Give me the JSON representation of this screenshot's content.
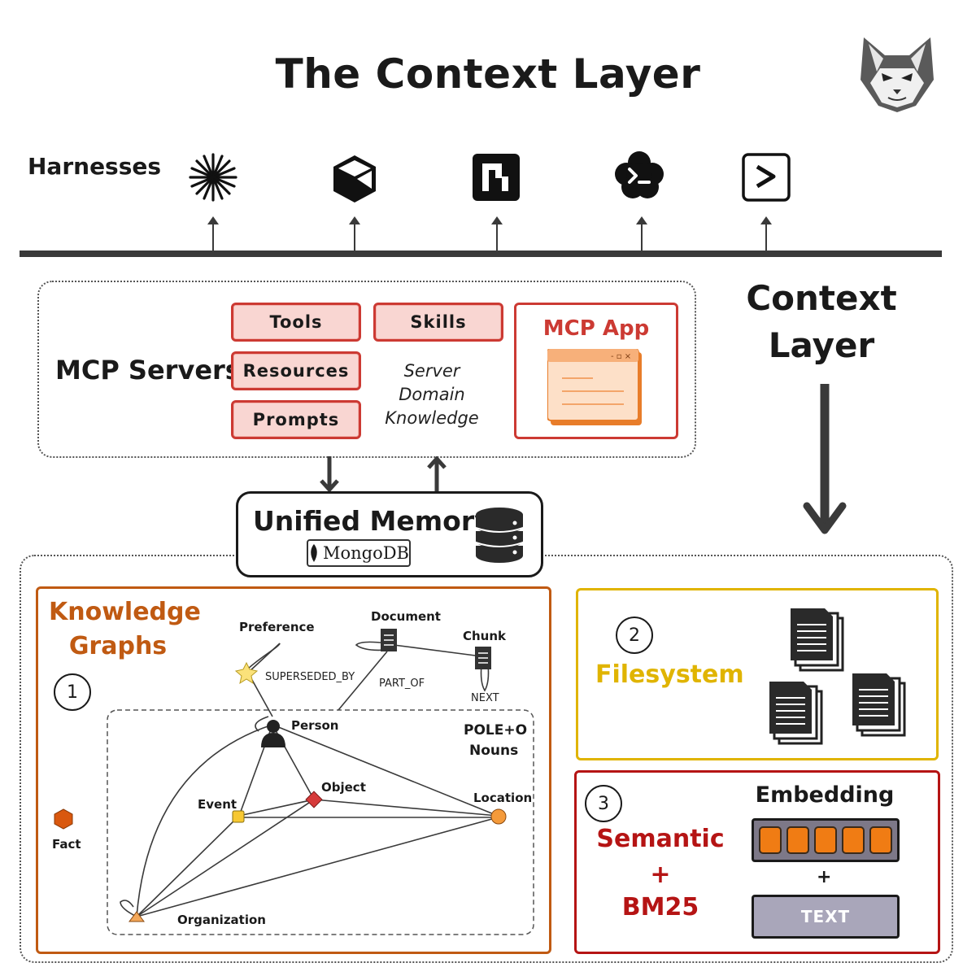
{
  "title": "The Context Layer",
  "harnesses": {
    "label": "Harnesses",
    "icons": [
      "asterisk-burst-icon",
      "cube-icon",
      "pixel-square-icon",
      "terminal-cloud-icon",
      "terminal-prompt-icon"
    ]
  },
  "mcp": {
    "label": "MCP Servers",
    "tools": "Tools",
    "resources": "Resources",
    "prompts": "Prompts",
    "skills": "Skills",
    "note_line1": "Server",
    "note_line2": "Domain",
    "note_line3": "Knowledge",
    "app_title": "MCP App"
  },
  "context_layer": {
    "line1": "Context",
    "line2": "Layer"
  },
  "unified_memory": {
    "title": "Unified Memory",
    "brand": "MongoDB"
  },
  "knowledge_graphs": {
    "number": "1",
    "title_line1": "Knowledge",
    "title_line2": "Graphs",
    "pole_line1": "POLE+O",
    "pole_line2": "Nouns",
    "nodes": {
      "preference": "Preference",
      "document": "Document",
      "chunk": "Chunk",
      "person": "Person",
      "object": "Object",
      "event": "Event",
      "location": "Location",
      "organization": "Organization",
      "fact": "Fact"
    },
    "edges": {
      "superseded_by": "SUPERSEDED_BY",
      "part_of": "PART_OF",
      "next": "NEXT"
    }
  },
  "filesystem": {
    "number": "2",
    "title": "Filesystem"
  },
  "search": {
    "number": "3",
    "semantic": "Semantic",
    "plus": "+",
    "bm25": "BM25",
    "embedding": "Embedding",
    "plus2": "+",
    "text": "TEXT"
  },
  "colors": {
    "kg": "#c05a12",
    "filesystem": "#e0b400",
    "semantic": "#b51414",
    "pill_fill": "#f9d6d2",
    "pill_border": "#cc3a33"
  }
}
